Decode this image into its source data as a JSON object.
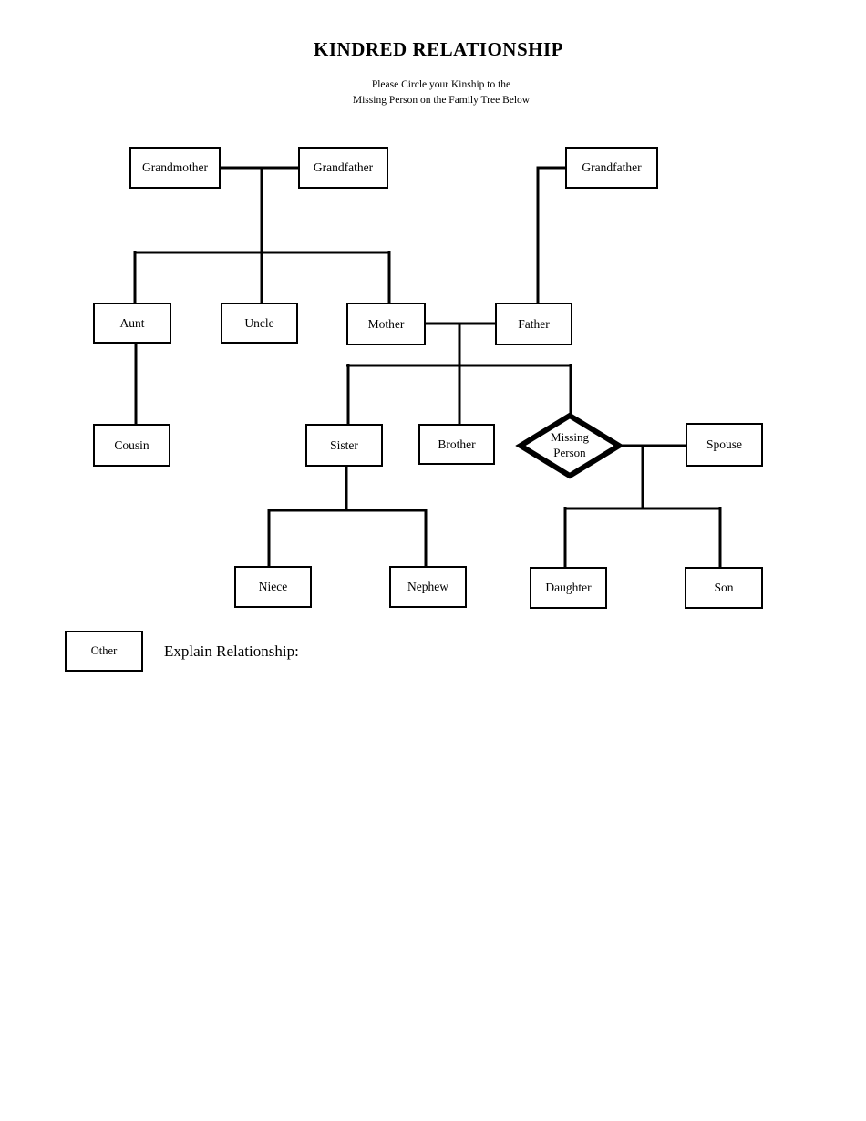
{
  "title": "KINDRED RELATIONSHIP",
  "subtitle": [
    "Please Circle your Kinship to the",
    "Missing Person on the Family Tree Below"
  ],
  "explain_label": "Explain Relationship:",
  "colors": {
    "ink": "#000000",
    "paper": "#ffffff"
  },
  "nodes": [
    {
      "id": "grandmother-maternal",
      "label": "Grandmother",
      "shape": "rect"
    },
    {
      "id": "grandfather-maternal",
      "label": "Grandfather",
      "shape": "rect"
    },
    {
      "id": "grandfather-paternal",
      "label": "Grandfather",
      "shape": "rect"
    },
    {
      "id": "aunt",
      "label": "Aunt",
      "shape": "rect"
    },
    {
      "id": "uncle",
      "label": "Uncle",
      "shape": "rect"
    },
    {
      "id": "mother",
      "label": "Mother",
      "shape": "rect"
    },
    {
      "id": "father",
      "label": "Father",
      "shape": "rect"
    },
    {
      "id": "cousin",
      "label": "Cousin",
      "shape": "rect"
    },
    {
      "id": "sister",
      "label": "Sister",
      "shape": "rect"
    },
    {
      "id": "brother",
      "label": "Brother",
      "shape": "rect"
    },
    {
      "id": "missing-person",
      "label": "Missing Person",
      "shape": "diamond"
    },
    {
      "id": "spouse",
      "label": "Spouse",
      "shape": "rect"
    },
    {
      "id": "niece",
      "label": "Niece",
      "shape": "rect"
    },
    {
      "id": "nephew",
      "label": "Nephew",
      "shape": "rect"
    },
    {
      "id": "daughter",
      "label": "Daughter",
      "shape": "rect"
    },
    {
      "id": "son",
      "label": "Son",
      "shape": "rect"
    },
    {
      "id": "other",
      "label": "Other",
      "shape": "rect"
    }
  ],
  "edges": [
    {
      "type": "marriage",
      "between": [
        "grandmother-maternal",
        "grandfather-maternal"
      ]
    },
    {
      "type": "parent-child",
      "parents": [
        "grandmother-maternal",
        "grandfather-maternal"
      ],
      "children": [
        "aunt",
        "uncle",
        "mother"
      ]
    },
    {
      "type": "parent-child",
      "parents": [
        "grandfather-paternal"
      ],
      "children": [
        "father"
      ]
    },
    {
      "type": "marriage",
      "between": [
        "mother",
        "father"
      ]
    },
    {
      "type": "parent-child",
      "parents": [
        "mother",
        "father"
      ],
      "children": [
        "sister",
        "brother",
        "missing-person"
      ]
    },
    {
      "type": "parent-child",
      "parents": [
        "aunt"
      ],
      "children": [
        "cousin"
      ]
    },
    {
      "type": "parent-child",
      "parents": [
        "sister"
      ],
      "children": [
        "niece",
        "nephew"
      ]
    },
    {
      "type": "marriage",
      "between": [
        "missing-person",
        "spouse"
      ]
    },
    {
      "type": "parent-child",
      "parents": [
        "missing-person",
        "spouse"
      ],
      "children": [
        "daughter",
        "son"
      ]
    }
  ]
}
